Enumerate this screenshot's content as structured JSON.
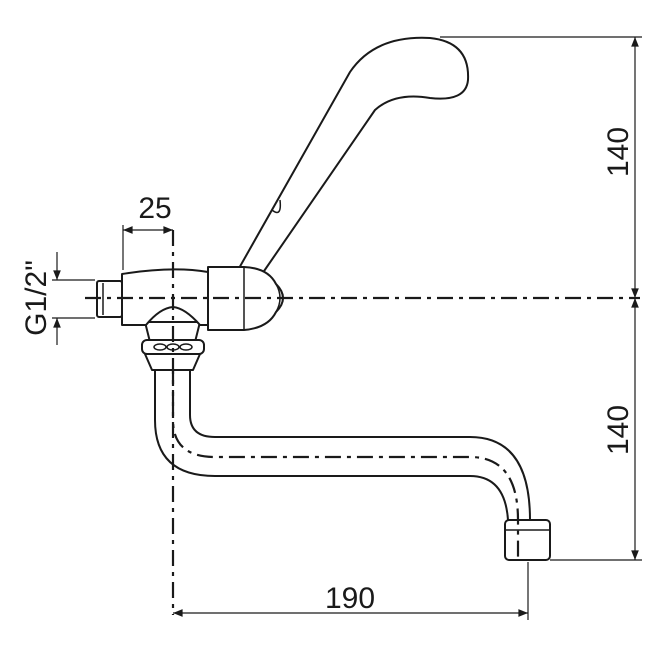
{
  "dimensions": {
    "lever_height": "140",
    "spout_drop": "140",
    "spout_reach": "190",
    "inlet_offset": "25",
    "thread_size": "G1/2\""
  }
}
